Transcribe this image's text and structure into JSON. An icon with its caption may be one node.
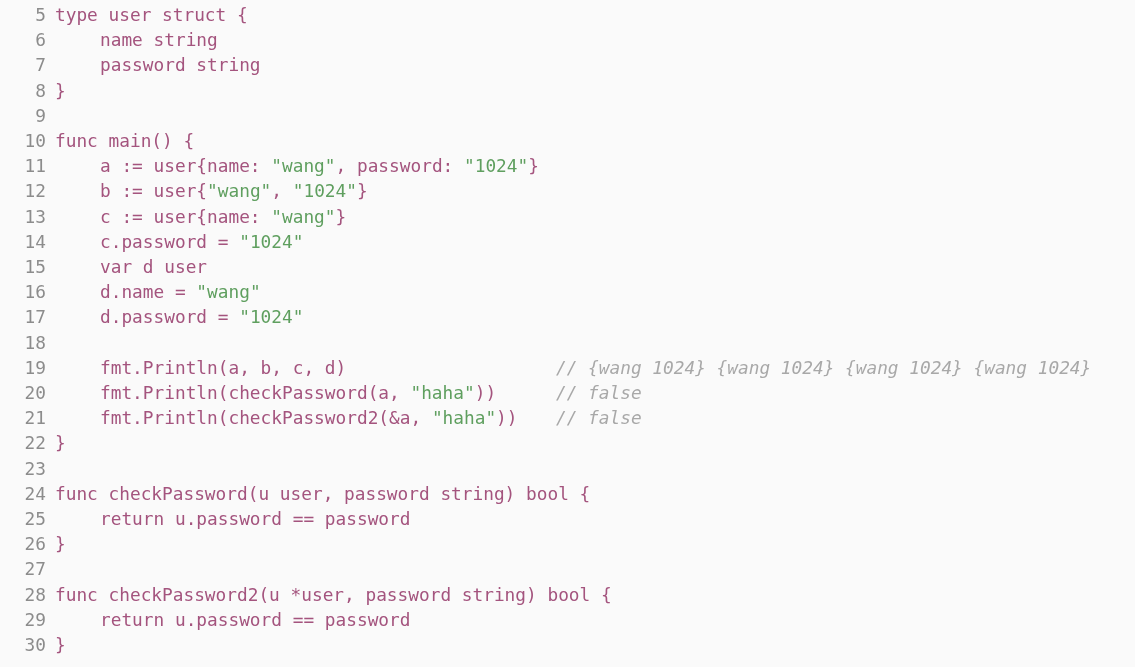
{
  "diagram": {
    "labels": [
      "5",
      "type user struct {",
      "6",
      "name string",
      "7",
      "password string",
      "8",
      "}",
      "9",
      "10",
      "func main() {",
      "11",
      "a := user{name: \"wang\", password: \"1024\"}",
      "12",
      "b := user{\"wang\", \"1024\"}",
      "13",
      "c := user{name: \"wang\"}",
      "14",
      "c.password = \"1024\"",
      "15",
      "var d user",
      "16",
      "d.name = \"wang\"",
      "17",
      "d.password = \"1024\"",
      "18",
      "19",
      "fmt.Println(a, b, c, d)",
      "// {wang 1024} {wang 1024} {wang 1024} {wang 1024}",
      "20",
      "fmt.Println(checkPassword(a, \"haha\"))",
      "// false",
      "21",
      "fmt.Println(checkPassword2(&a, \"haha\"))",
      "// false",
      "22",
      "}",
      "23",
      "24",
      "func checkPassword(u user, password string) bool {",
      "25",
      "return u.password == password",
      "26",
      "}",
      "27",
      "28",
      "func checkPassword2(u *user, password string) bool {",
      "29",
      "return u.password == password",
      "30",
      "}"
    ]
  }
}
